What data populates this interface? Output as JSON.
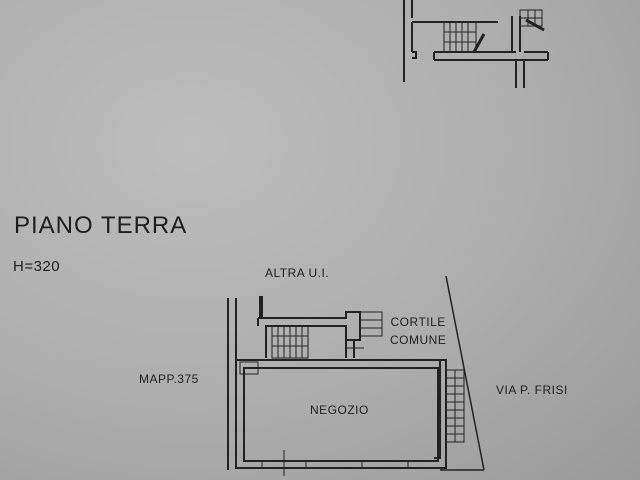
{
  "plan": {
    "title": "PIANO TERRA",
    "height_label": "H=320",
    "labels": {
      "neighbor_unit": "ALTRA U.I.",
      "courtyard_line1": "CORTILE",
      "courtyard_line2": "COMUNE",
      "parcel": "MAPP.375",
      "shop": "NEGOZIO",
      "street": "VIA P. FRISI"
    }
  },
  "colors": {
    "paper": "#adadad",
    "ink": "#1e1e1e"
  }
}
